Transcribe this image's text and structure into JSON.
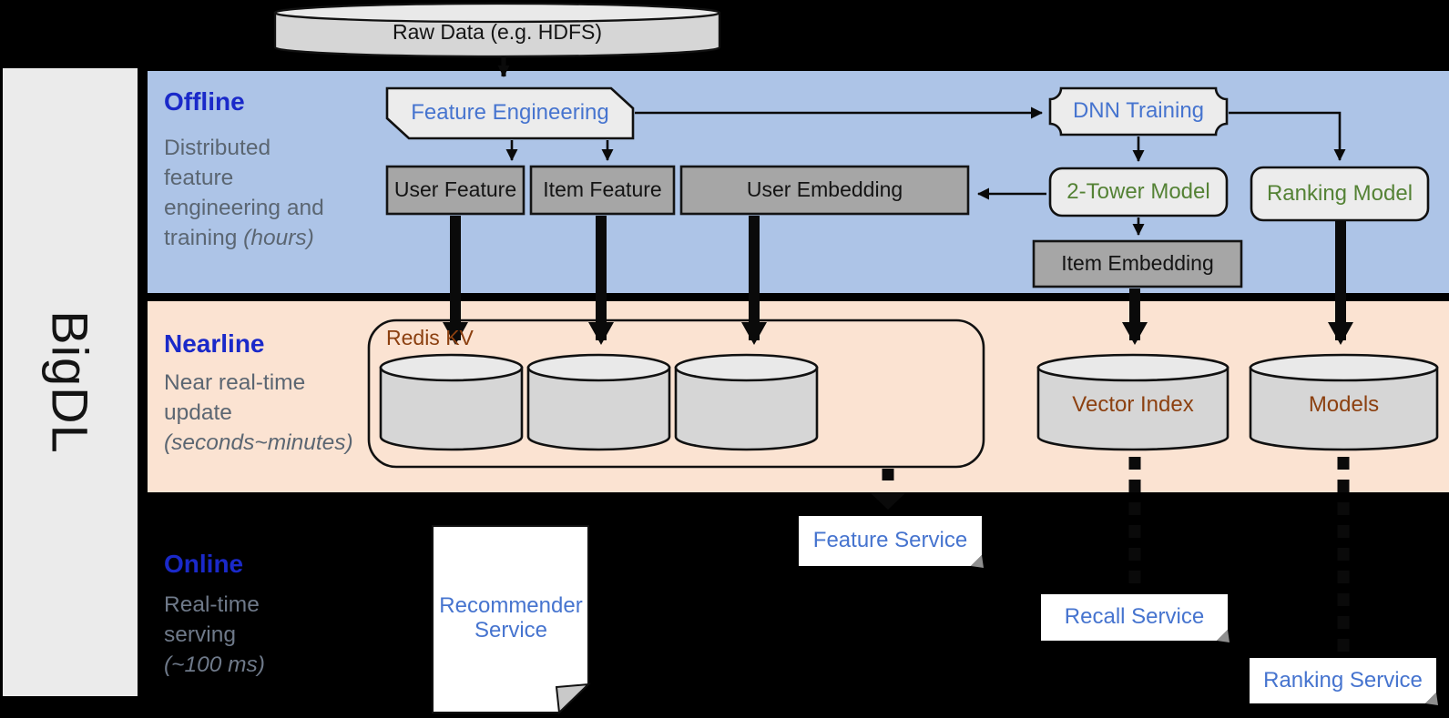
{
  "sidebar": {
    "brand": "BigDL"
  },
  "pipeline": {
    "raw_data": "Raw Data (e.g. HDFS)",
    "feature_engineering": "Feature Engineering",
    "user_feature": "User Feature",
    "item_feature": "Item Feature",
    "user_embedding": "User Embedding",
    "dnn_training": "DNN Training",
    "two_tower_model": "2-Tower Model",
    "ranking_model": "Ranking Model",
    "item_embedding": "Item Embedding",
    "redis_kv": "Redis KV",
    "vector_index": "Vector Index",
    "models": "Models",
    "feature_service": "Feature Service",
    "recall_service": "Recall Service",
    "ranking_service": "Ranking Service",
    "recommender_service": "Recommender Service"
  },
  "bands": {
    "offline": {
      "title": "Offline",
      "lines": [
        "Distributed",
        "feature",
        "engineering and"
      ],
      "tail": "training ",
      "em": "(hours)"
    },
    "nearline": {
      "title": "Nearline",
      "lines": [
        "Near real-time",
        "update"
      ],
      "tail": "",
      "em": "(seconds~minutes)"
    },
    "online": {
      "title": "Online",
      "lines": [
        "Real-time",
        "serving"
      ],
      "tail": "",
      "em": "(~100 ms)"
    }
  },
  "colors": {
    "background": "#000000",
    "band_offline": "#adc4e7",
    "band_nearline": "#fbe3d2",
    "node_gray": "#a6a6a6",
    "node_light": "#ececec",
    "accent_blue": "#4674cf",
    "heading_blue": "#1a29c9",
    "model_green": "#548235",
    "store_brown": "#8c4010",
    "desc_gray": "#5b6672"
  }
}
